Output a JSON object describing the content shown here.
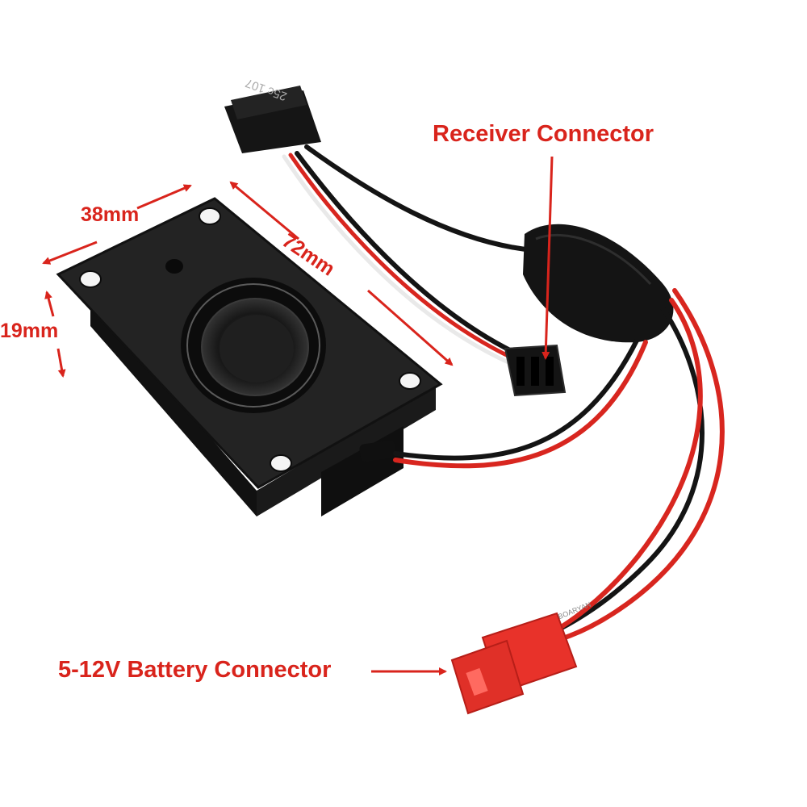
{
  "annotations": {
    "receiver_connector": "Receiver Connector",
    "battery_connector": "5-12V Battery Connector",
    "width": "38mm",
    "length": "72mm",
    "height": "19mm"
  },
  "printed_text": {
    "receiver_label": "25c 107",
    "plug_label": "BOARYAN"
  },
  "colors": {
    "annotation": "#d9241c",
    "speaker_body": "#1b1b1b",
    "wire_red": "#d8261f",
    "wire_black": "#141414",
    "plug_red": "#e8322a"
  }
}
